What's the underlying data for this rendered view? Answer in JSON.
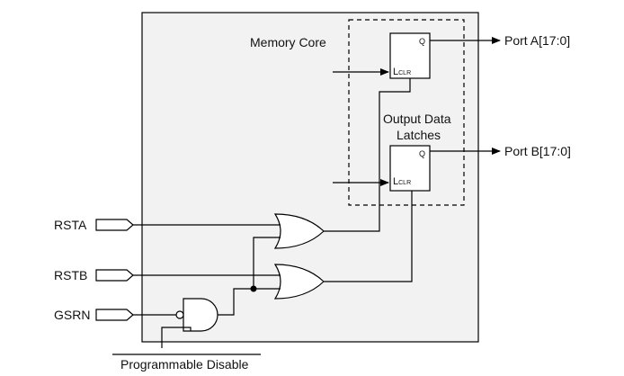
{
  "diagram": {
    "labels": {
      "memory_core": "Memory Core",
      "output_latches_line1": "Output Data",
      "output_latches_line2": "Latches",
      "port_a": "Port A[17:0]",
      "port_b": "Port B[17:0]",
      "programmable_disable": "Programmable Disable"
    },
    "inputs": {
      "rsta": "RSTA",
      "rstb": "RSTB",
      "gsrn": "GSRN"
    },
    "latches": [
      {
        "pin_q": "Q",
        "pin_clr_l": "L",
        "pin_clr_sub": "CLR"
      },
      {
        "pin_q": "Q",
        "pin_clr_l": "L",
        "pin_clr_sub": "CLR"
      }
    ]
  }
}
